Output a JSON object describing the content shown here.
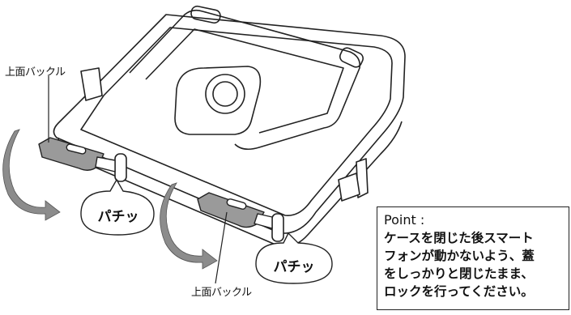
{
  "labels": {
    "top_buckle_left": "上面バックル",
    "top_buckle_bottom": "上面バックル"
  },
  "bubbles": {
    "left": "パチッ",
    "right": "パチッ"
  },
  "point": {
    "title": "Point :",
    "lines": [
      "ケースを閉じた後スマート",
      "フォンが動かないよう、蓋",
      "をしっかりと閉じたまま、",
      "ロックを行ってください。"
    ]
  },
  "colors": {
    "line": "#222222",
    "arrow_gray": "#8c8c8c",
    "buckle_gray": "#9a9a9a"
  }
}
